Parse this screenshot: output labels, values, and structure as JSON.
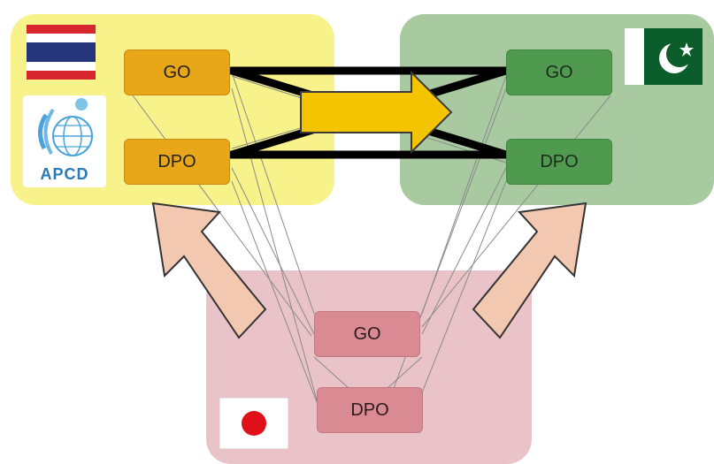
{
  "thailand": {
    "go_label": "GO",
    "dpo_label": "DPO",
    "logo_text": "APCD"
  },
  "pakistan": {
    "go_label": "GO",
    "dpo_label": "DPO"
  },
  "japan": {
    "go_label": "GO",
    "dpo_label": "DPO"
  },
  "colors": {
    "thai_region": "#f7f28a",
    "pakistan_region": "#a9c9a0",
    "japan_region": "#e9c3c8",
    "thai_box": "#e8a718",
    "pakistan_box": "#4f9a4f",
    "japan_box": "#d98a92",
    "central_arrow": "#f5c400",
    "side_arrows": "#f2c8b0"
  },
  "icons": [
    "thailand-flag-icon",
    "pakistan-flag-icon",
    "japan-flag-icon",
    "apcd-logo-icon"
  ]
}
